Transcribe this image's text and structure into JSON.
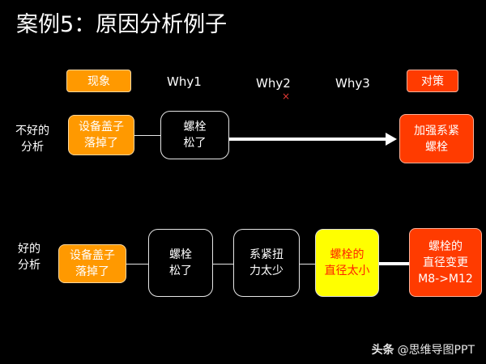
{
  "title": "案例5：原因分析例子",
  "headers": {
    "phenomenon": "现象",
    "why1": "Why1",
    "why2": "Why2",
    "why2_mark": "×",
    "why3": "Why3",
    "countermeasure": "对策"
  },
  "bad_row": {
    "label": "不好的\n分析",
    "phenomenon": "设备盖子\n落掉了",
    "why1": "螺栓\n松了",
    "countermeasure": "加强系紧\n螺栓"
  },
  "good_row": {
    "label": "好的\n分析",
    "phenomenon": "设备盖子\n落掉了",
    "why1": "螺栓\n松了",
    "why2": "系紧扭\n力太少",
    "why3": "螺栓的\n直径太小",
    "countermeasure": "螺栓的\n直径变更\nM8->M12"
  },
  "footer": {
    "brand": "头条",
    "author": "@思维导图PPT"
  },
  "colors": {
    "orange": "#ff9900",
    "red": "#ff3b00",
    "yellow": "#ffff00",
    "background": "#000000"
  }
}
